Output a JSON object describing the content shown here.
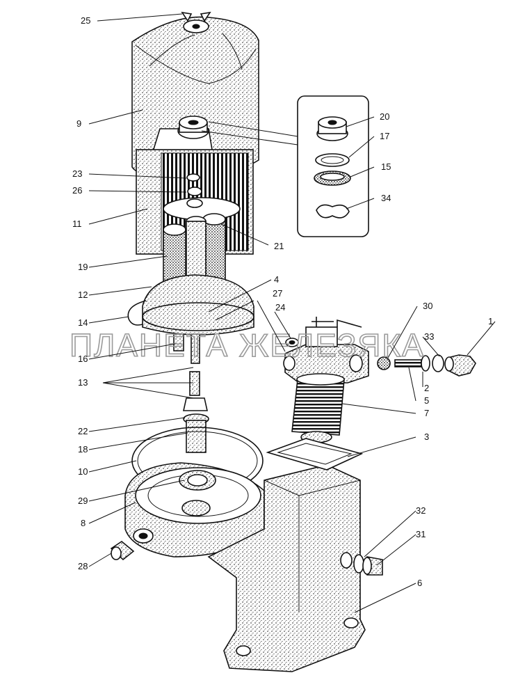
{
  "watermark": "ПЛАНЕТА ЖЕЛЕЗЯКА",
  "callouts": [
    "25",
    "9",
    "20",
    "17",
    "15",
    "34",
    "23",
    "26",
    "11",
    "21",
    "19",
    "12",
    "4",
    "27",
    "24",
    "30",
    "1",
    "14",
    "33",
    "16",
    "2",
    "13",
    "5",
    "7",
    "22",
    "3",
    "18",
    "10",
    "29",
    "8",
    "32",
    "31",
    "28",
    "6"
  ]
}
